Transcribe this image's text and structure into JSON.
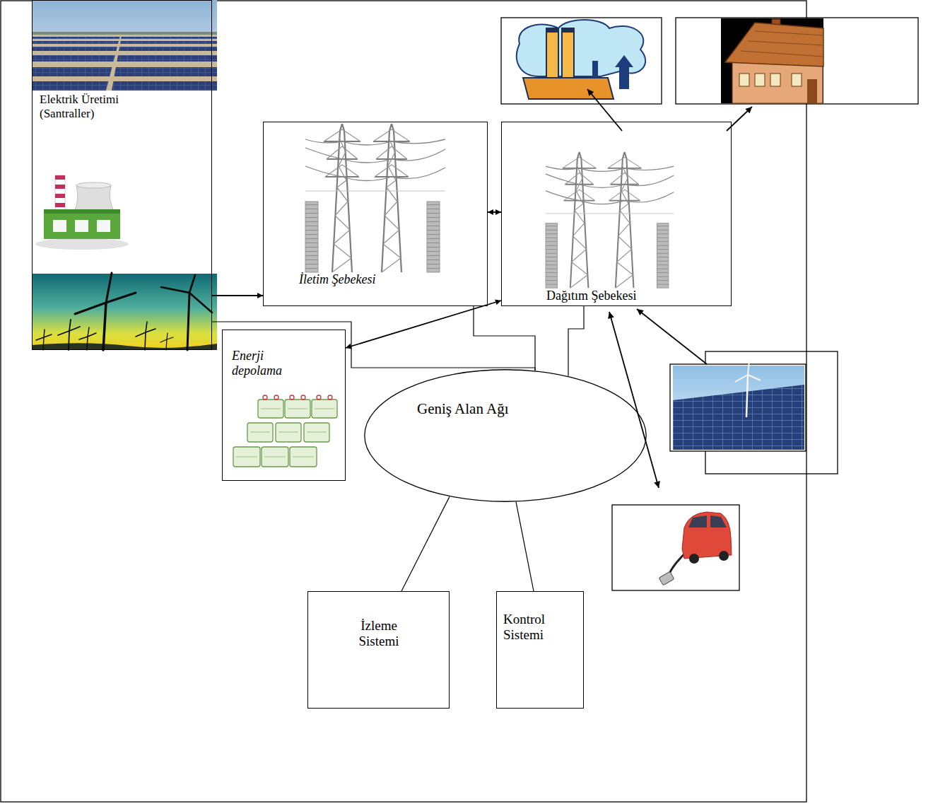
{
  "diagram": {
    "nodes": [
      {
        "text": [
          "Elektrik Üretimi (Santraller)"
        ]
      },
      {
        "text": [
          "İletim Şebekesi"
        ]
      },
      {
        "text": [
          "Dağıtım Şebekesi"
        ]
      },
      {
        "text": [
          "Enerji depolama"
        ]
      },
      {
        "text": [
          "Geniş Alan Ağı"
        ]
      },
      {
        "text": [
          "İzleme Sistemi"
        ]
      },
      {
        "text": [
          "Kontrol Sistemi"
        ]
      }
    ],
    "edges": [
      {
        "from": 0,
        "to": 1,
        "arrow": "to"
      },
      {
        "from": 1,
        "to": 2,
        "arrow": "both"
      },
      {
        "from": 2,
        "to": 3,
        "arrow": "both"
      },
      {
        "from": 0,
        "to": 4,
        "arrow": "none"
      },
      {
        "from": 1,
        "to": 4,
        "arrow": "none"
      },
      {
        "from": 2,
        "to": 4,
        "arrow": "none"
      },
      {
        "from": 4,
        "to": 5,
        "arrow": "none"
      },
      {
        "from": 4,
        "to": 6,
        "arrow": "none"
      }
    ]
  }
}
